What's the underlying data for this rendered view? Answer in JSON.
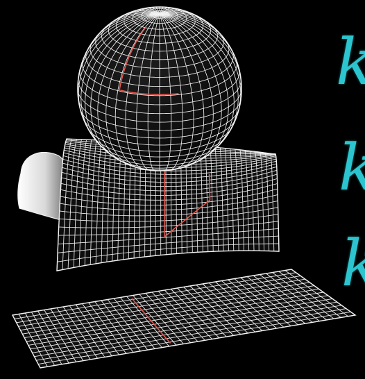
{
  "curvature_labels": [
    "k",
    "k",
    "k"
  ],
  "colors": {
    "background": "#000000",
    "mesh": "#f2f2f2",
    "mesh_shadow": "#8a8a8a",
    "triangle": "#e0574f",
    "label": "#2cc5cf"
  },
  "figures": [
    {
      "name": "sphere",
      "description_word": "sphere"
    },
    {
      "name": "saddle",
      "description_word": "saddle"
    },
    {
      "name": "plane",
      "description_word": "plane"
    }
  ]
}
